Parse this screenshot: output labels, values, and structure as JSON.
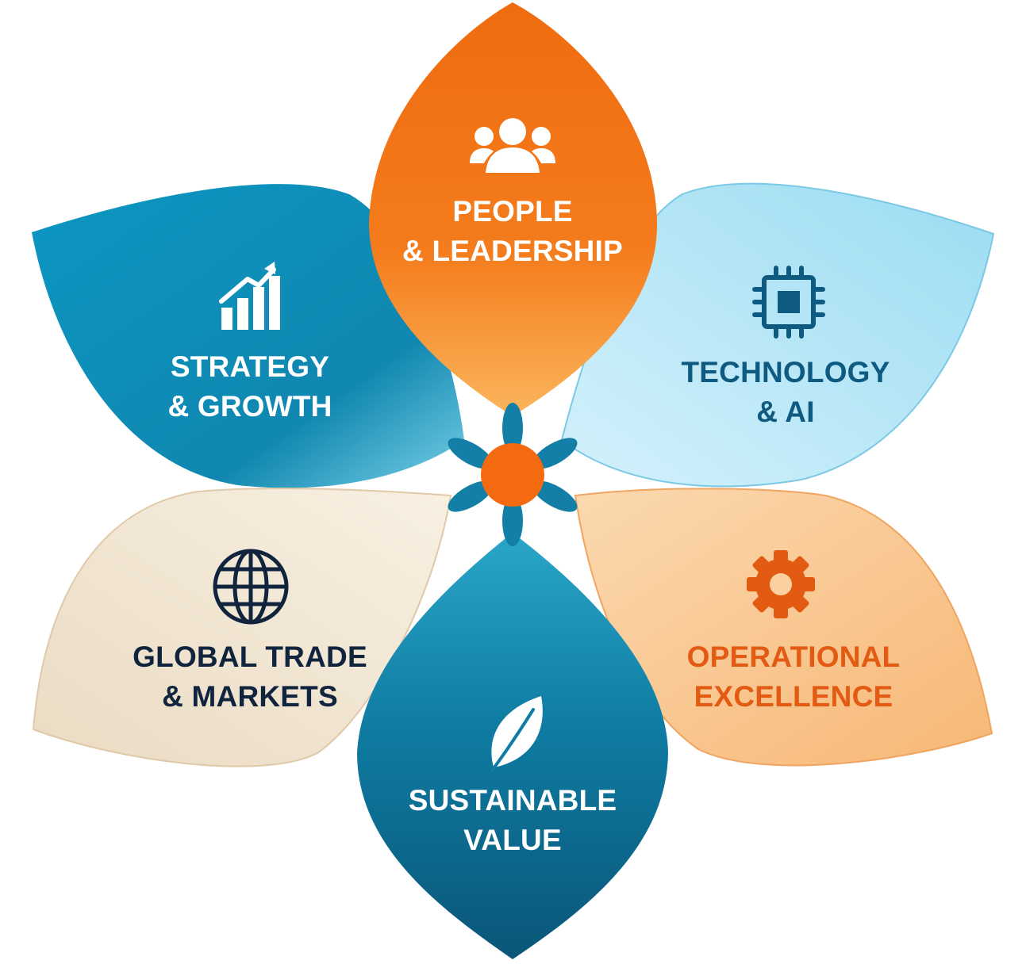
{
  "petals": [
    {
      "id": "people",
      "line1": "PEOPLE",
      "line2": "& LEADERSHIP",
      "icon": "people-group-icon",
      "color": "#f47b20",
      "text_color": "#ffffff"
    },
    {
      "id": "technology",
      "line1": "TECHNOLOGY",
      "line2": "& AI",
      "icon": "cpu-chip-icon",
      "color": "#a8e3f5",
      "text_color": "#0e5a80"
    },
    {
      "id": "operations",
      "line1": "OPERATIONAL",
      "line2": "EXCELLENCE",
      "icon": "gear-icon",
      "color": "#f9c48d",
      "text_color": "#e35a12"
    },
    {
      "id": "sustainability",
      "line1": "SUSTAINABLE",
      "line2": "VALUE",
      "icon": "leaf-icon",
      "color": "#0c6c94",
      "text_color": "#ffffff"
    },
    {
      "id": "trade",
      "line1": "GLOBAL TRADE",
      "line2": "& MARKETS",
      "icon": "globe-icon",
      "color": "#efe3cf",
      "text_color": "#10243e"
    },
    {
      "id": "strategy",
      "line1": "STRATEGY",
      "line2": "& GROWTH",
      "icon": "growth-chart-icon",
      "color": "#138fb7",
      "text_color": "#ffffff"
    }
  ],
  "center": {
    "icon": "flower-hub-icon",
    "core_color": "#f36a10",
    "petal_color": "#137fa6"
  }
}
